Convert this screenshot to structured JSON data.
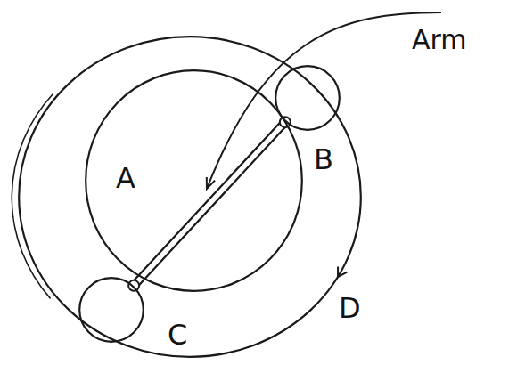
{
  "diagram": {
    "nodes": [
      {
        "text": [
          "D"
        ]
      },
      {
        "text": [
          "A"
        ],
        "in": 0
      },
      {
        "text": [
          "B"
        ],
        "in": 0
      },
      {
        "text": [
          "C"
        ],
        "in": 0
      }
    ],
    "edges": [
      {
        "from": 3,
        "to": 2,
        "arrow": "none"
      }
    ],
    "labels": [
      "Arm"
    ]
  }
}
